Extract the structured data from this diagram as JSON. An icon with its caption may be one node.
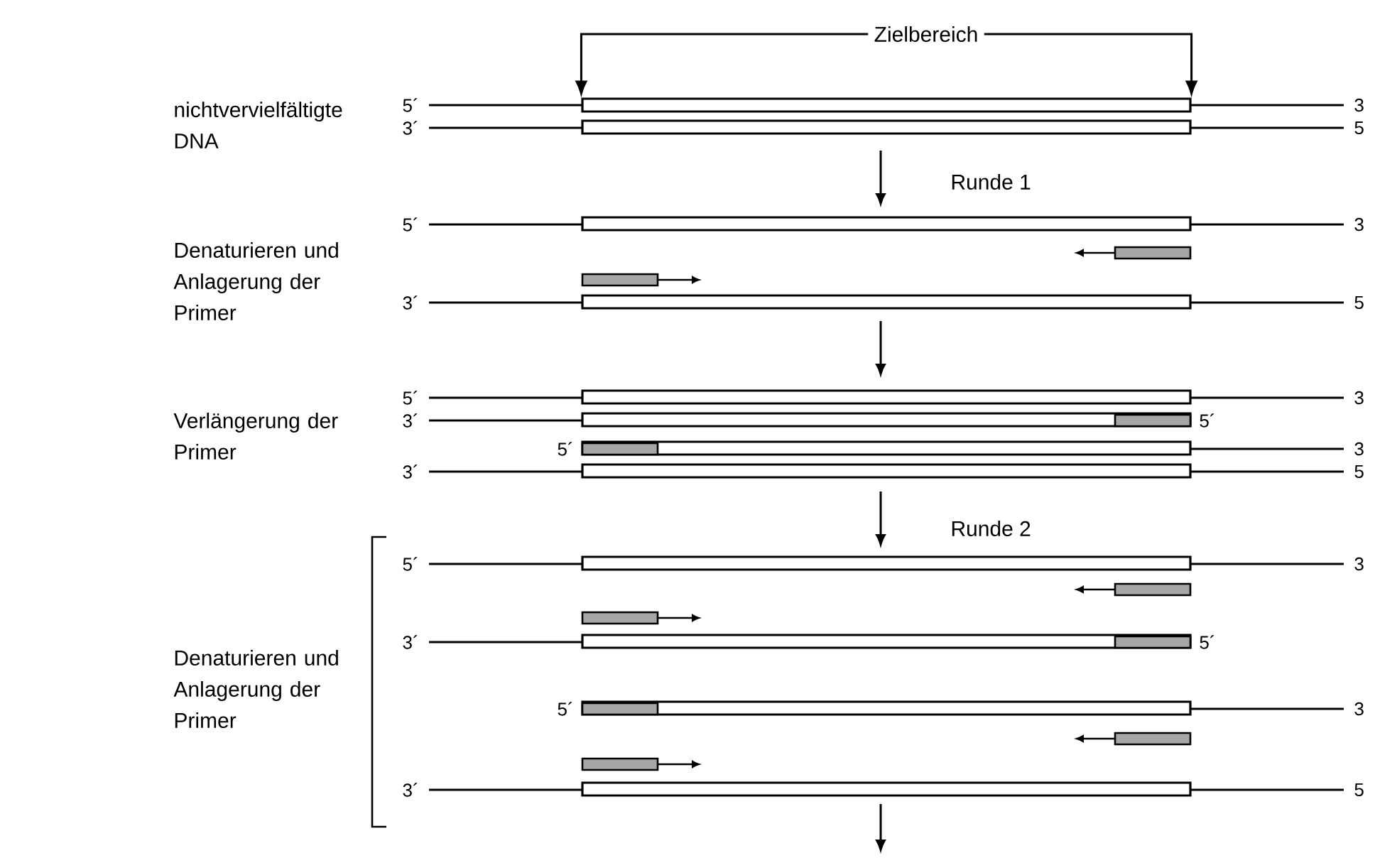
{
  "diagram": {
    "nodes": [
      {
        "text": [
          "Zielbereich"
        ]
      },
      {
        "text": [],
        "shape": "box"
      }
    ],
    "edges": [
      {
        "from": 0,
        "to": 1,
        "arrow": "to"
      },
      {
        "from": 0,
        "to": 1,
        "arrow": "to"
      }
    ],
    "labels": [
      "5´",
      "3",
      "nichtvervielfältigte DNA",
      "3´",
      "5",
      "Runde 1",
      "5´",
      "3",
      "Denaturieren und Anlagerung der Primer",
      "3´",
      "5",
      "5´",
      "3",
      "3´",
      "5´",
      "Verlängerung der Primer",
      "5´",
      "3",
      "3´",
      "5",
      "Runde 2",
      "5´",
      "3",
      "3´",
      "5´",
      "Denaturieren und Anlagerung der Primer",
      "5´",
      "3",
      "3´",
      "5"
    ]
  }
}
